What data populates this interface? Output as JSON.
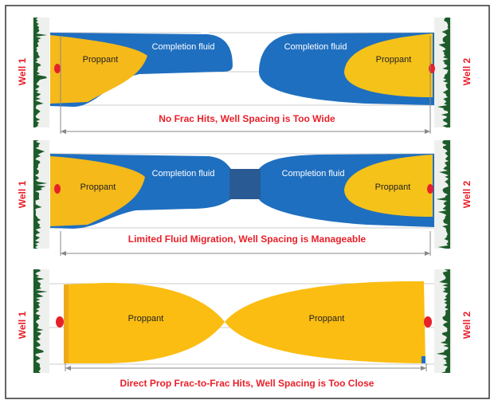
{
  "labels": {
    "well1": "Well 1",
    "well2": "Well 2",
    "proppant": "Proppant",
    "completion_fluid": "Completion fluid"
  },
  "panels": [
    {
      "caption": "No Frac Hits, Well Spacing is Too Wide"
    },
    {
      "caption": "Limited Fluid Migration, Well Spacing is Manageable"
    },
    {
      "caption": "Direct Prop Frac-to-Frac Hits, Well Spacing is Too Close"
    }
  ],
  "colors": {
    "fluid": "#1f6fc0",
    "proppant": "#f5b91a",
    "well": "#e8202a",
    "log": "#1d5c2a",
    "caption": "#e8202a"
  }
}
